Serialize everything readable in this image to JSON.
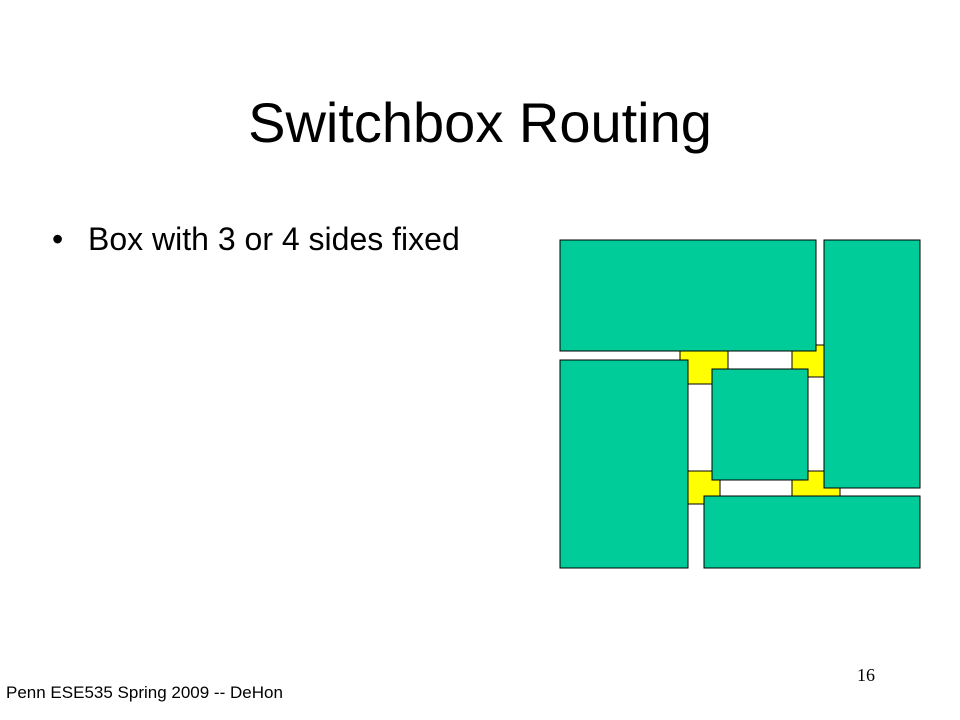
{
  "slide": {
    "title": "Switchbox Routing",
    "bullets": [
      {
        "text": "Box with 3 or 4 sides fixed"
      }
    ],
    "footer": "Penn ESE535 Spring 2009 -- DeHon",
    "page_number": "16"
  },
  "figure": {
    "block_color": "#00CC99",
    "connector_color": "#FFFF00",
    "outline_color": "#000000"
  }
}
